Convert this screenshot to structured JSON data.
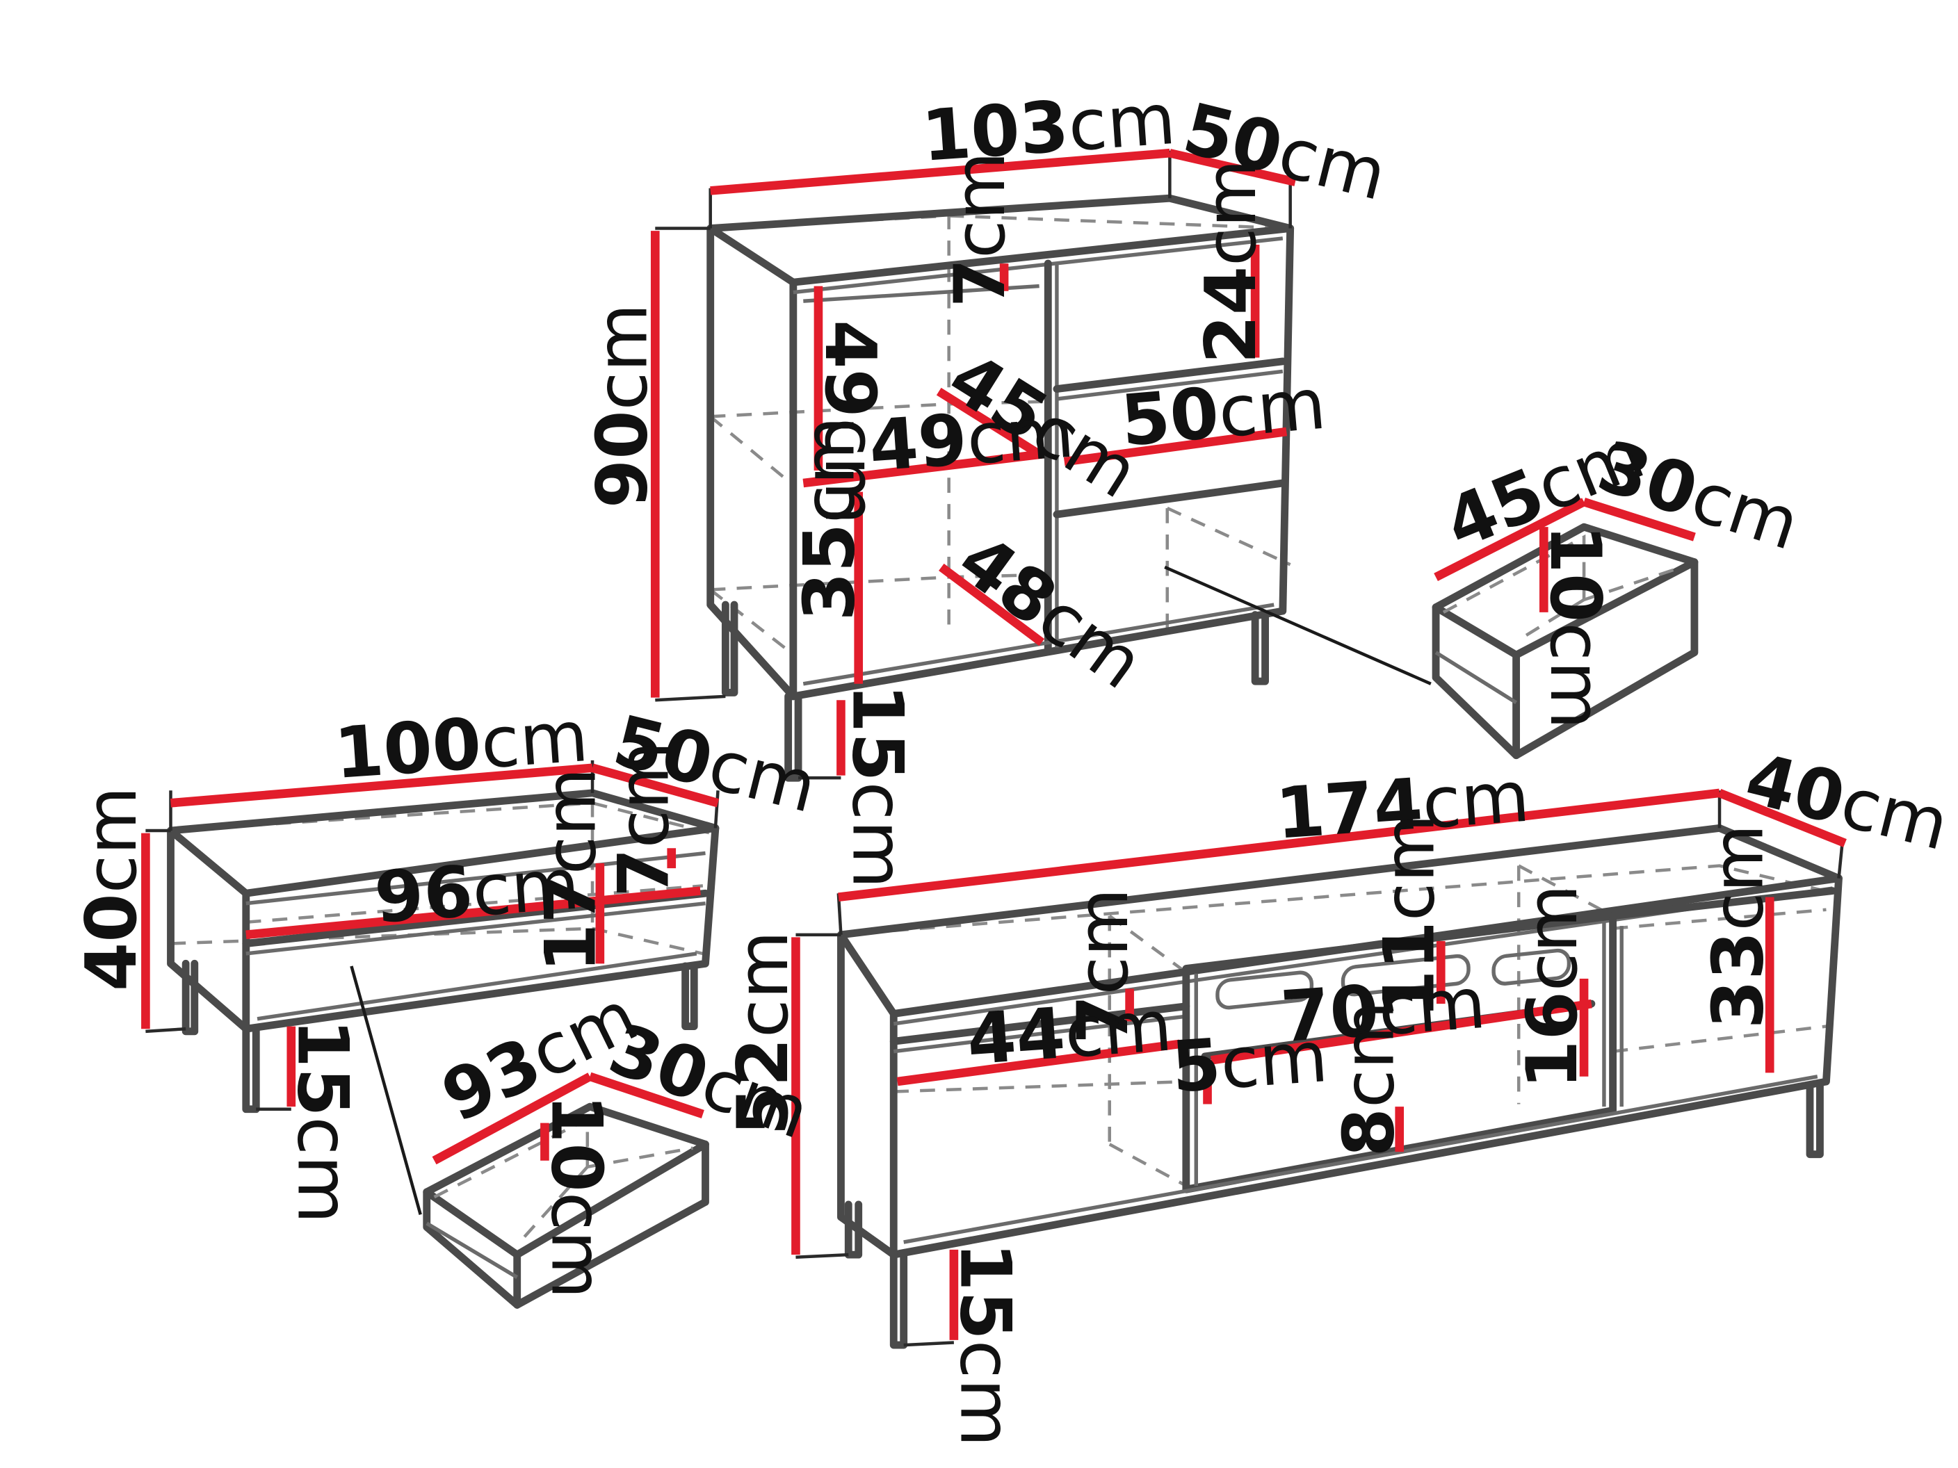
{
  "colors": {
    "dimension_line": "#e21d2b",
    "outline": "#4a4a4a",
    "hidden_line": "#8a8a8a",
    "text": "#111111"
  },
  "unit": "cm",
  "dimensions": {
    "chest_width": "103",
    "chest_depth": "50",
    "chest_height": "90",
    "chest_top_drawer_h": "7",
    "chest_upper_shelf_h": "49",
    "chest_shelf_depth": "45",
    "chest_shelf_width": "49",
    "chest_lower_shelf_h": "35",
    "chest_lower_depth": "48",
    "chest_drawer1_h": "24",
    "chest_drawer_width": "50",
    "chest_leg_h": "15",
    "chest_drawer_w": "45",
    "chest_drawer_d": "30",
    "chest_drawer_inner_h": "10",
    "table_width": "100",
    "table_depth": "50",
    "table_height": "40",
    "table_inner_w": "96",
    "table_top_h": "7",
    "table_inner_h": "17",
    "table_leg_h": "15",
    "table_drawer_w": "93",
    "table_drawer_d": "30",
    "table_drawer_h": "10",
    "tv_width": "174",
    "tv_depth": "40",
    "tv_height": "52",
    "tv_shelf_h": "7",
    "tv_left_w": "44",
    "tv_opening_h": "11",
    "tv_mid_w": "70",
    "tv_gap": "5",
    "tv_mid_h": "16",
    "tv_bottom_h": "8",
    "tv_right_h": "33",
    "tv_leg_h": "15"
  }
}
